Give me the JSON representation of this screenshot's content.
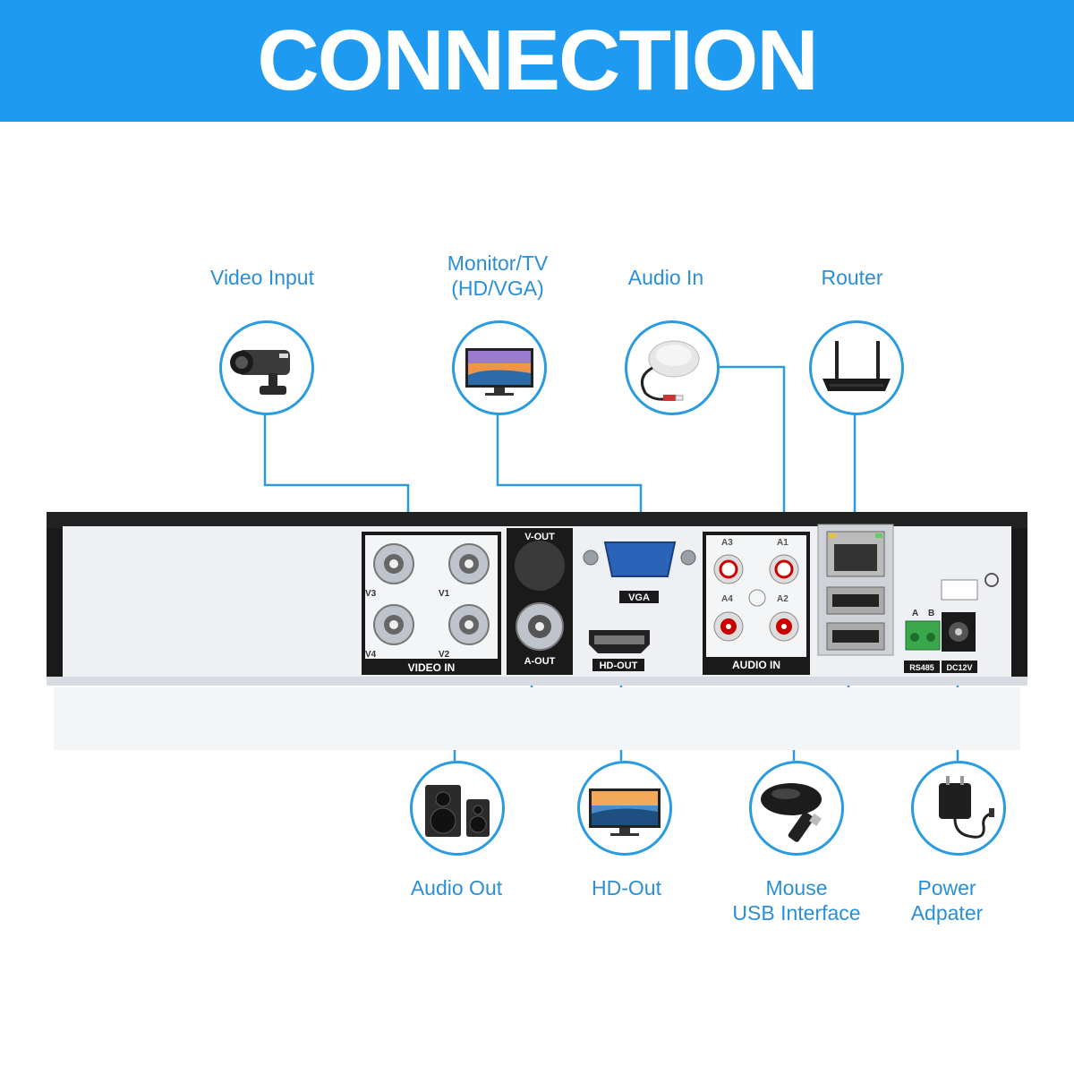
{
  "banner": {
    "title": "CONNECTION",
    "color": "#1e9bf0"
  },
  "accent_color": "#2a9be0",
  "devices": {
    "video_input": {
      "label": "Video Input",
      "icon": "cctv-camera-icon"
    },
    "monitor": {
      "label_line1": "Monitor/TV",
      "label_line2": "(HD/VGA)",
      "icon": "monitor-icon"
    },
    "audio_in": {
      "label": "Audio In",
      "icon": "microphone-icon"
    },
    "router": {
      "label": "Router",
      "icon": "router-icon"
    },
    "audio_out": {
      "label": "Audio Out",
      "icon": "speakers-icon"
    },
    "hd_out": {
      "label": "HD-Out",
      "icon": "tv-icon"
    },
    "mouse": {
      "label_line1": "Mouse",
      "label_line2": "USB Interface",
      "icon": "mouse-usb-icon"
    },
    "power": {
      "label_line1": "Power",
      "label_line2": "Adpater",
      "icon": "power-adapter-icon"
    }
  },
  "dvr": {
    "ports": {
      "video_in": "VIDEO IN",
      "v1": "V1",
      "v2": "V2",
      "v3": "V3",
      "v4": "V4",
      "v_out": "V-OUT",
      "a_out": "A-OUT",
      "vga": "VGA",
      "hd_out": "HD-OUT",
      "audio_in": "AUDIO IN",
      "a1": "A1",
      "a2": "A2",
      "a3": "A3",
      "a4": "A4",
      "rs485": "RS485",
      "rs485_a": "A",
      "rs485_b": "B",
      "dc12v": "DC12V"
    }
  }
}
